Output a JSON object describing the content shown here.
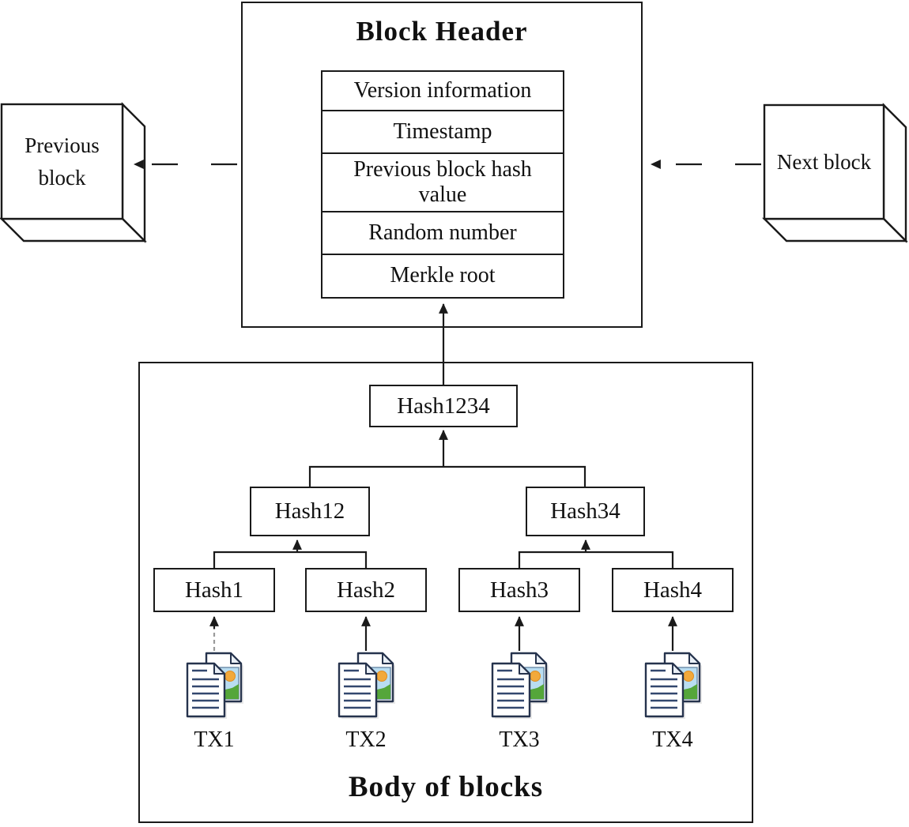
{
  "block_header": {
    "title": "Block Header",
    "fields": [
      "Version information",
      "Timestamp",
      "Previous block hash value",
      "Random number",
      "Merkle root"
    ]
  },
  "neighbors": {
    "previous": "Previous block",
    "next": "Next block"
  },
  "body": {
    "title": "Body of blocks",
    "merkle_root": "Hash1234",
    "branch_hashes": [
      "Hash12",
      "Hash34"
    ],
    "leaf_hashes": [
      "Hash1",
      "Hash2",
      "Hash3",
      "Hash4"
    ],
    "transactions": [
      "TX1",
      "TX2",
      "TX3",
      "TX4"
    ]
  },
  "colors": {
    "line": "#1a1a1a",
    "doc_outline": "#26334d",
    "doc_text_lines": "#32476e",
    "photo_sky": "#b9ddf1",
    "photo_sun": "#f2a93b",
    "photo_hill": "#55a63a"
  }
}
